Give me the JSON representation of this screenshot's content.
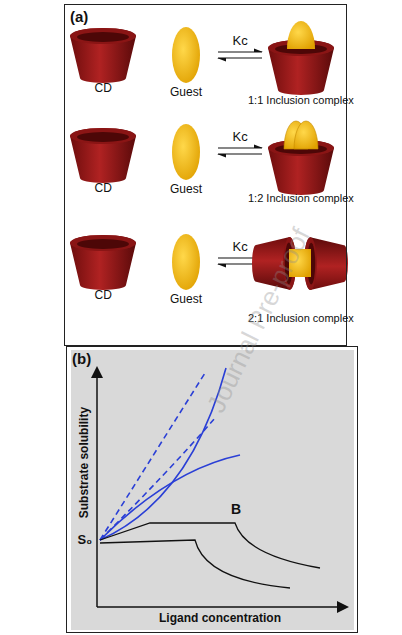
{
  "diagram": {
    "nodes": [
      {
        "text": [
          "(a)"
        ]
      },
      {
        "text": [
          "(b)"
        ]
      }
    ],
    "labels": [
      "CD",
      "Guest",
      "Kc",
      "1:1 Inclusion complex",
      "CD",
      "Guest",
      "Kc",
      "1:2 Inclusion complex",
      "CD",
      "Guest",
      "Kc",
      "2:1 Inclusion complex",
      "Substrate solubility",
      "Ligand concentration",
      "B",
      "S₀",
      "Journal Pre-proof"
    ]
  }
}
